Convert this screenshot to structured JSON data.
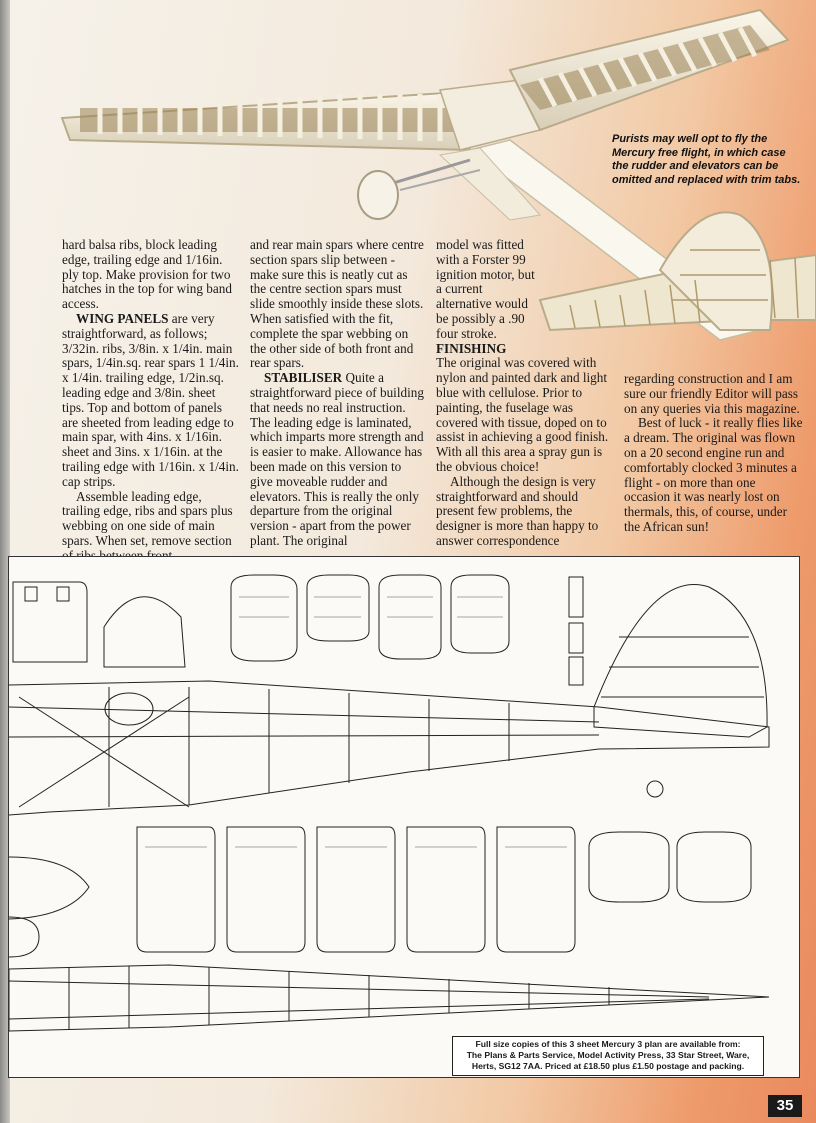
{
  "caption": "Purists may well opt to fly the Mercury free flight, in which case the rudder and elevators can be omitted and replaced with trim tabs.",
  "col1": {
    "p1": "hard balsa ribs, block leading edge, trailing edge and 1/16in. ply top.  Make provision for two hatches in the top for wing band access.",
    "p2_head": "WING PANELS",
    "p2": " are very straightforward, as follows; 3/32in. ribs, 3/8in. x 1/4in. main spars, 1/4in.sq. rear spars 1 1/4in. x 1/4in. trailing edge, 1/2in.sq. leading edge and 3/8in. sheet tips.  Top and bottom of panels are sheeted from leading edge to main spar, with 4ins. x 1/16in. sheet and 3ins. x 1/16in. at the trailing edge with 1/16in. x 1/4in. cap strips.",
    "p3": "Assemble leading edge, trailing edge, ribs and spars plus webbing on one side of main spars.  When set, remove section of ribs between front"
  },
  "col2": {
    "p1": "and rear main spars where centre section spars slip between - make sure this is neatly cut as the centre section spars must slide smoothly inside these slots.  When satisfied with the fit, complete the spar webbing on the other side of both front and rear spars.",
    "p2_head": "STABILISER",
    "p2": "  Quite a straightforward piece of building that needs no real instruction.  The leading edge is laminated, which imparts more strength and is easier to make.  Allowance has been made on this version to give moveable rudder and elevators.  This is really the only departure from the original version - apart from the power plant.  The original"
  },
  "col3": {
    "p1": "model was fitted with a Forster 99 ignition motor, but a current alternative would be possibly a .90 four stroke.",
    "p2_head": "FINISHING",
    "p2": "The original was covered with nylon and painted dark and light blue with cellulose.  Prior to painting, the fuselage was covered with tissue, doped on to assist in achieving a good finish.  With all this area a spray gun is the obvious choice!",
    "p3": "Although the design is very straightforward and should present few problems, the designer is more than happy to answer correspondence"
  },
  "col4": {
    "p1": "regarding construction and I am sure our friendly Editor will pass on any queries via this magazine.",
    "p2": "Best of luck - it really flies like a dream.  The original was flown on a 20 second engine run and comfortably clocked 3 minutes a flight - on more than one occasion it was nearly lost on thermals, this, of course, under the African sun!"
  },
  "notice": {
    "line1": "Full size copies of this 3 sheet Mercury 3 plan are available from:",
    "line2": "The Plans & Parts Service, Model Activity Press, 33 Star Street, Ware,",
    "line3": "Herts, SG12 7AA. Priced at £18.50 plus £1.50 postage and packing."
  },
  "page_number": "35"
}
